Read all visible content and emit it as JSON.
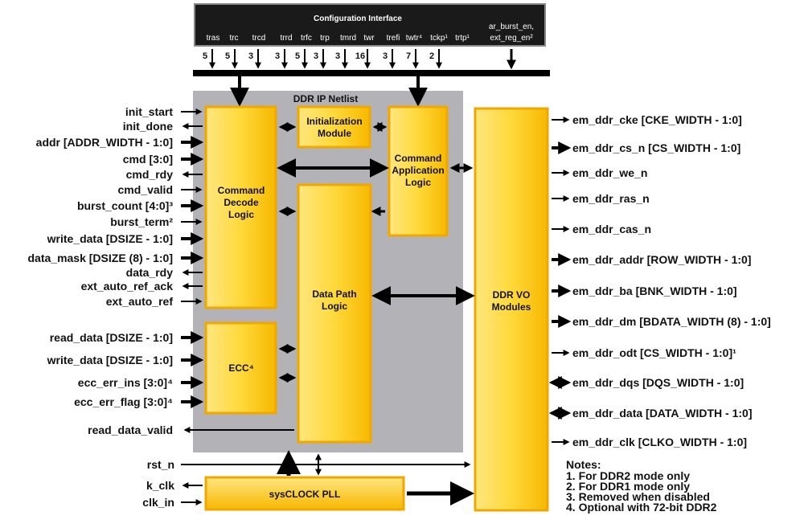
{
  "config": {
    "title": "Configuration Interface",
    "params": [
      "tras",
      "trc",
      "trcd",
      "trrd",
      "trfc",
      "trp",
      "tmrd",
      "twr",
      "trefi",
      "twtr⁴",
      "tckp¹",
      "trtp¹"
    ],
    "values": [
      "5",
      "5",
      "3",
      "3",
      "5",
      "3",
      "3",
      "16",
      "3",
      "7",
      "2"
    ],
    "extra": [
      "ar_burst_en,",
      "ext_reg_en²"
    ]
  },
  "netlist_title": "DDR IP Netlist",
  "blocks": {
    "cmd_decode": [
      "Command",
      "Decode",
      "Logic"
    ],
    "init": [
      "Initialization",
      "Module"
    ],
    "cmd_app": [
      "Command",
      "Application",
      "Logic"
    ],
    "data_path": [
      "Data Path",
      "Logic"
    ],
    "ecc": "ECC⁴",
    "ddr_io": [
      "DDR VO",
      "Modules"
    ],
    "pll": "sysCLOCK PLL"
  },
  "left_signals": [
    "init_start",
    "init_done",
    "addr [ADDR_WIDTH - 1:0]",
    "cmd [3:0]",
    "cmd_rdy",
    "cmd_valid",
    "burst_count [4:0]³",
    "burst_term²",
    "write_data [DSIZE - 1:0]",
    "data_mask [DSIZE (8) - 1:0]",
    "data_rdy",
    "ext_auto_ref_ack",
    "ext_auto_ref"
  ],
  "ecc_signals": [
    "read_data [DSIZE - 1:0]",
    "write_data [DSIZE - 1:0]",
    "ecc_err_ins [3:0]⁴",
    "ecc_err_flag [3:0]⁴"
  ],
  "read_valid": "read_data_valid",
  "clock_signals": [
    "rst_n",
    "k_clk",
    "clk_in"
  ],
  "right_signals": [
    "em_ddr_cke [CKE_WIDTH - 1:0]",
    "em_ddr_cs_n [CS_WIDTH - 1:0]",
    "em_ddr_we_n",
    "em_ddr_ras_n",
    "em_ddr_cas_n",
    "em_ddr_addr [ROW_WIDTH - 1:0]",
    "em_ddr_ba [BNK_WIDTH - 1:0]",
    "em_ddr_dm [BDATA_WIDTH (8) - 1:0]",
    "em_ddr_odt [CS_WIDTH - 1:0]¹",
    "em_ddr_dqs [DQS_WIDTH - 1:0]",
    "em_ddr_data [DATA_WIDTH - 1:0]",
    "em_ddr_clk [CLKO_WIDTH - 1:0]"
  ],
  "notes": [
    "Notes:",
    "1. For DDR2 mode only",
    "2. For DDR1 mode only",
    "3. Removed when disabled",
    "4. Optional with 72-bit DDR2"
  ]
}
